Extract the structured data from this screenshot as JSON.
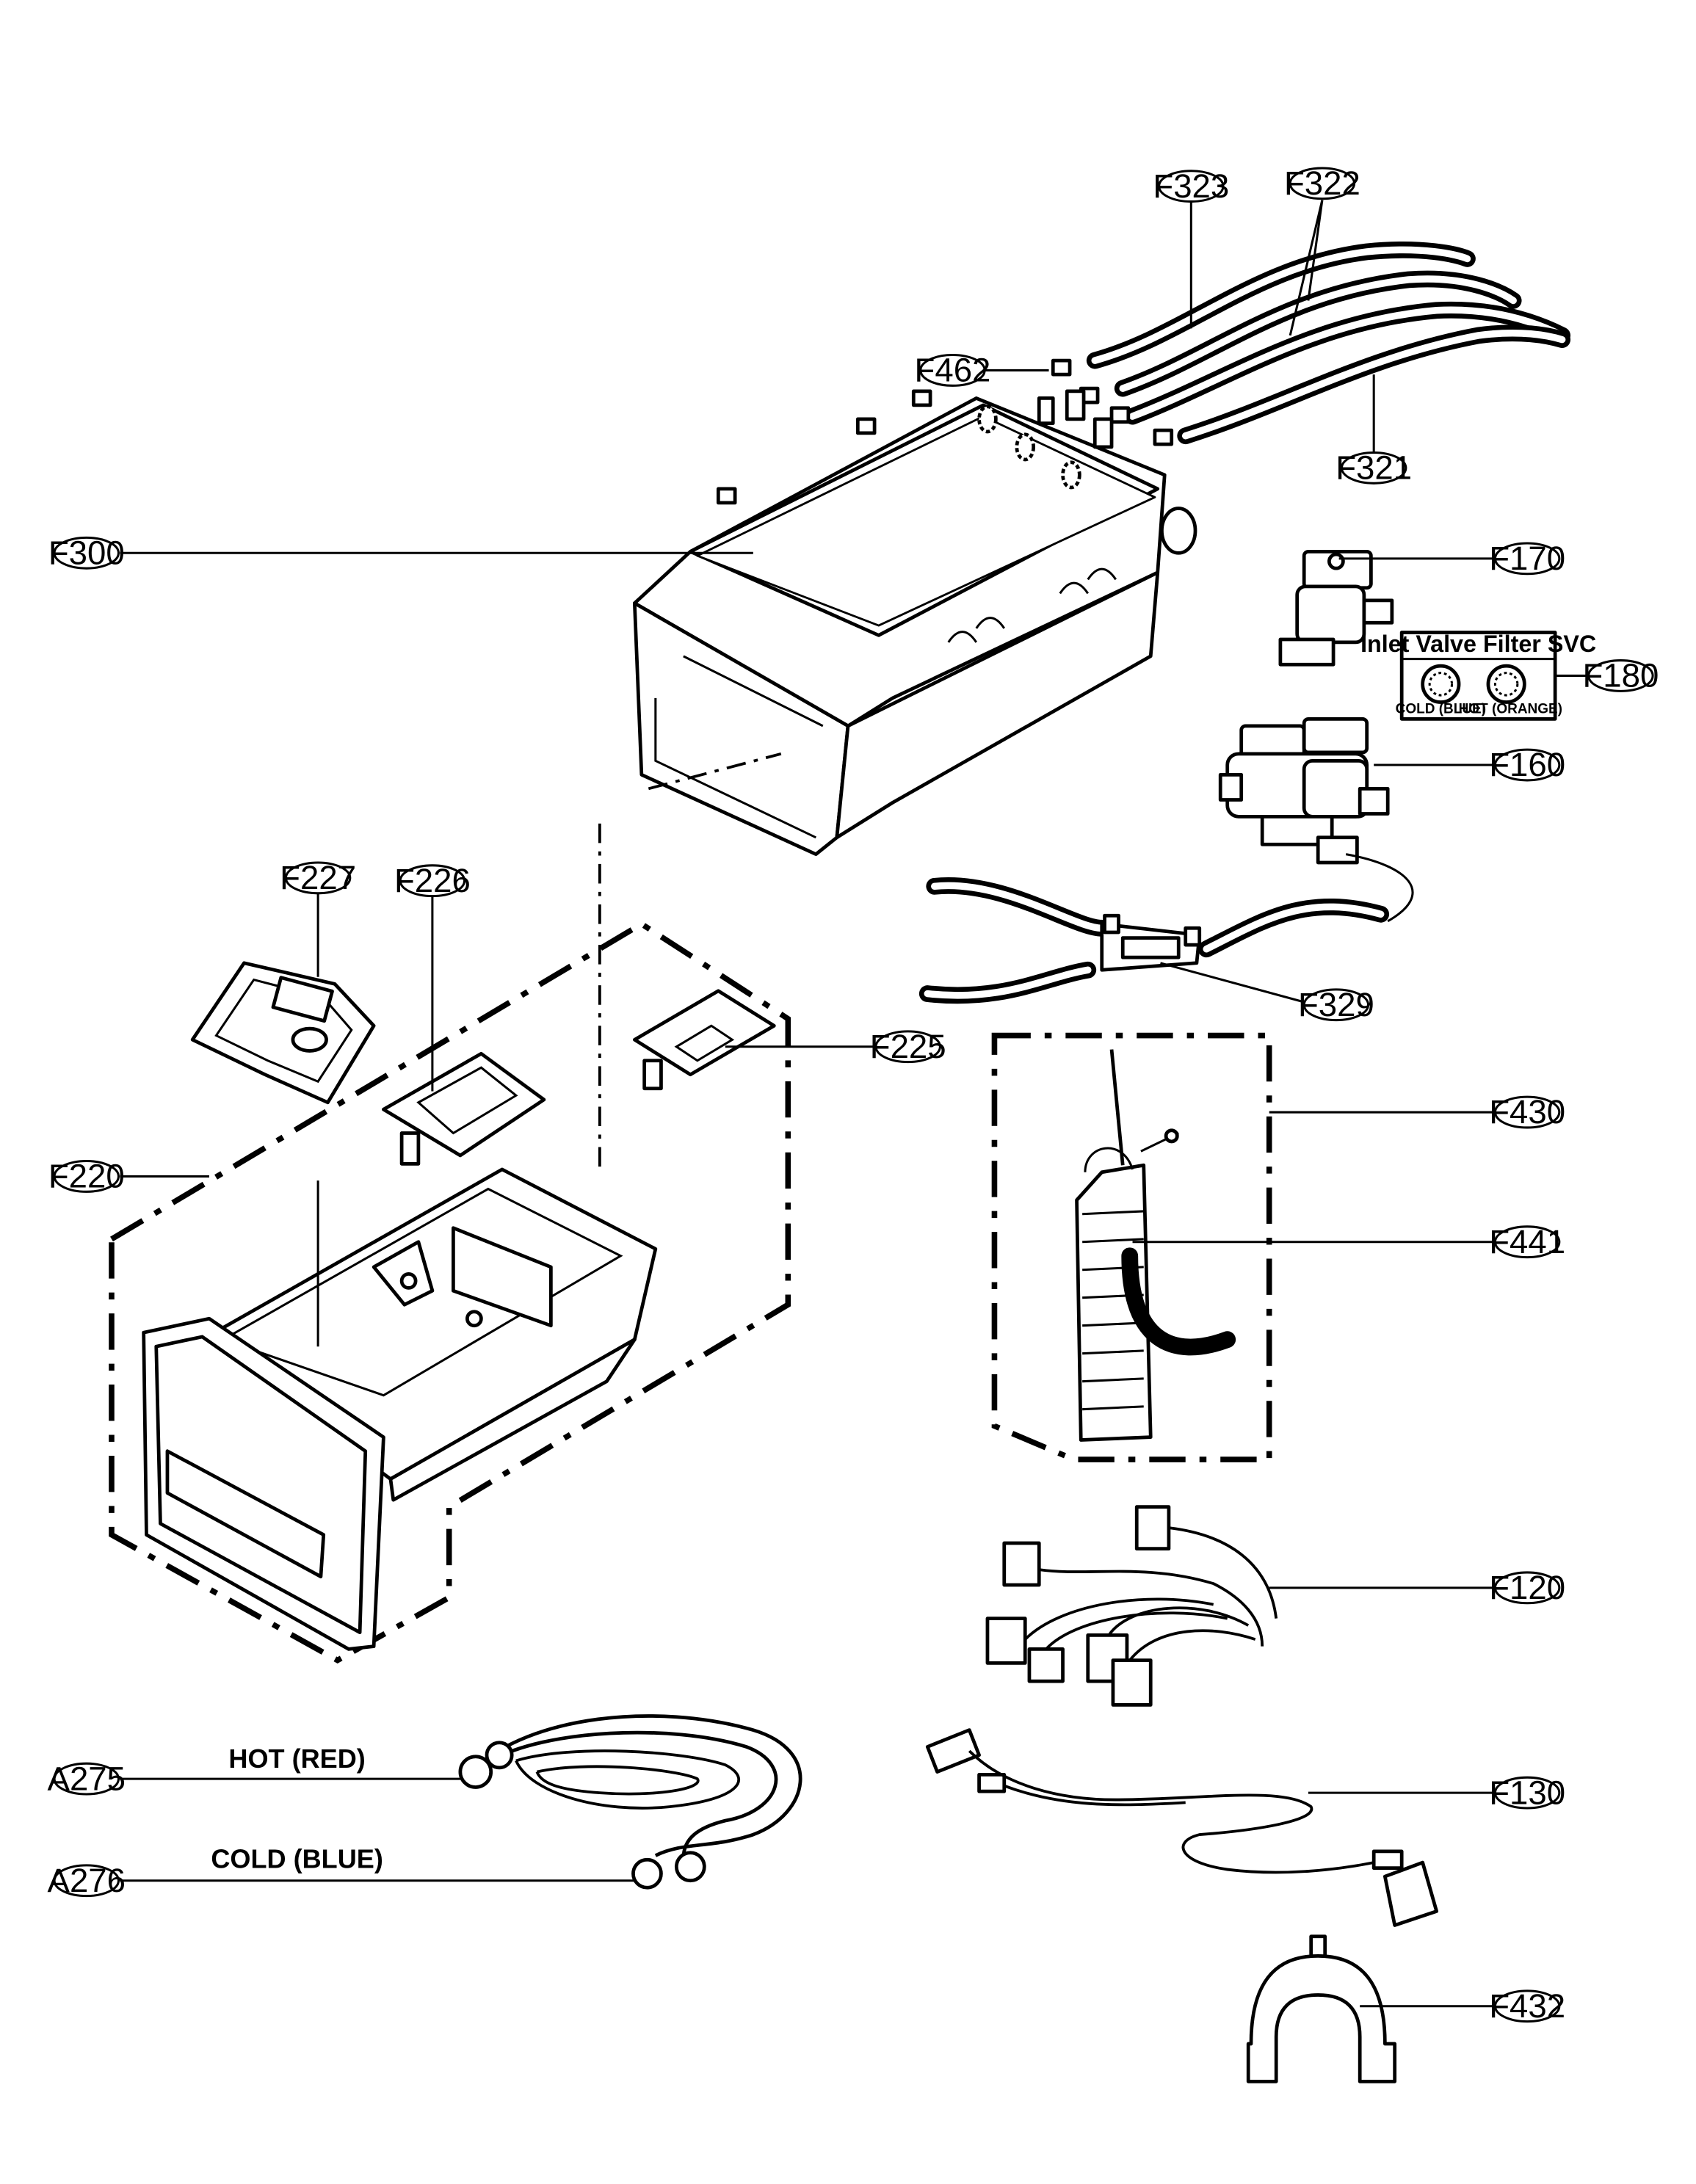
{
  "callouts": {
    "F323": "F323",
    "F322": "F322",
    "F462": "F462",
    "F321": "F321",
    "F300": "F300",
    "F170": "F170",
    "F180": "F180",
    "F160": "F160",
    "F227": "F227",
    "F226": "F226",
    "F225": "F225",
    "F329": "F329",
    "F220": "F220",
    "F430": "F430",
    "F441": "F441",
    "F120": "F120",
    "A275": "A275",
    "A276": "A276",
    "F130": "F130",
    "F432": "F432"
  },
  "hose_labels": {
    "hot": "HOT (RED)",
    "cold": "COLD (BLUE)"
  },
  "filter_box": {
    "title": "Inlet Valve Filter SVC",
    "cold_label": "COLD (BLUE)",
    "hot_label": "HOT (ORANGE)"
  }
}
